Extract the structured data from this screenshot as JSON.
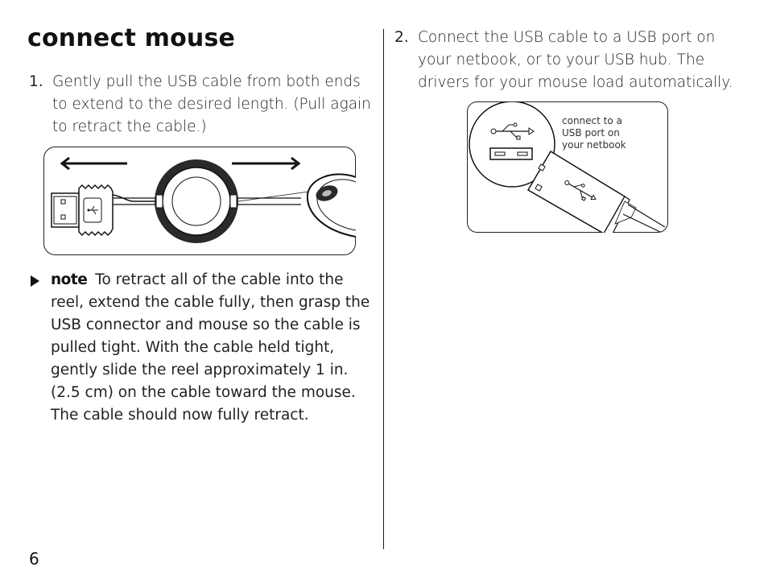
{
  "title": "connect mouse",
  "steps": [
    {
      "number": "1.",
      "text": "Gently pull the USB cable from both ends to extend to the desired length. (Pull again to retract the cable.)"
    },
    {
      "number": "2.",
      "text": "Connect the USB cable to a USB port on your netbook, or to your USB hub. The drivers for your mouse load automatically."
    }
  ],
  "note": {
    "label": "note",
    "text": "To retract all of the cable into the reel, extend the cable fully, then grasp the USB connector and mouse so the cable is pulled tight. With the cable held tight, gently slide the reel approximately 1 in. (2.5 cm) on the cable toward the mouse. The cable should now fully retract."
  },
  "illustration2": {
    "callout_lines": [
      "connect to a",
      "USB port on",
      "your netbook"
    ]
  },
  "icons": [
    "arrow-left-icon",
    "arrow-right-icon",
    "usb-symbol-icon",
    "note-arrow-icon"
  ],
  "page_number": "6"
}
